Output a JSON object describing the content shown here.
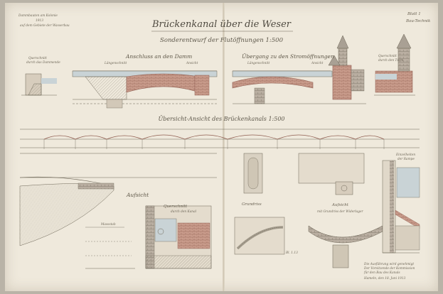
{
  "sheet": {
    "title": "Brückenkanal über die Weser",
    "subtitle_elevation": "Sonderentwurf der Flutöffnungen 1:500",
    "subtitle_overview": "Übersicht-Ansicht des Brückenkanals 1:500",
    "top_left_note": [
      "Dammbauten am Kolonie",
      "1913",
      "auf dem Gebiete der Wasserbau"
    ],
    "sheet_number": "Blatt 1",
    "sheet_category": "Bau-Technik"
  },
  "elevation": {
    "left_section_label": "Querschnitt",
    "left_section_sub": "durch das Dammende",
    "anschluss_title": "Anschluss an den Damm",
    "anschluss_left": "Längenschnitt",
    "anschluss_right": "Ansicht",
    "uebergang_title": "Übergang zu den Stromöffnungen",
    "uebergang_left": "Längenschnitt",
    "uebergang_right": "Ansicht",
    "right_section_label": "Querschnitt",
    "right_section_sub": "durch den Turm"
  },
  "lower": {
    "aufsicht_left": "Aufsicht",
    "querschnitt": "Querschnitt",
    "querschnitt_sub": "durch den Kanal",
    "grundriss": "Grundriss",
    "aufsicht_right": "Aufsicht",
    "aufsicht_right_sub": "mit Grundriss der Widerlager",
    "right_detail": "Einzelheiten",
    "right_detail_sub": "der Rampe",
    "scale_note": "Massstab",
    "plate_mark": "Bl. 1.13",
    "signature_lines": [
      "Die Ausführung wird genehmigt",
      "Der Vorsitzende der Kommission",
      "für den Bau des Kanals"
    ],
    "signature": "Hameln, den 18. Juni 1913"
  },
  "colors": {
    "paper": "#efe9dc",
    "ink": "#5d574a",
    "masonry": "#b07a6a",
    "water": "#c9d3d6"
  }
}
